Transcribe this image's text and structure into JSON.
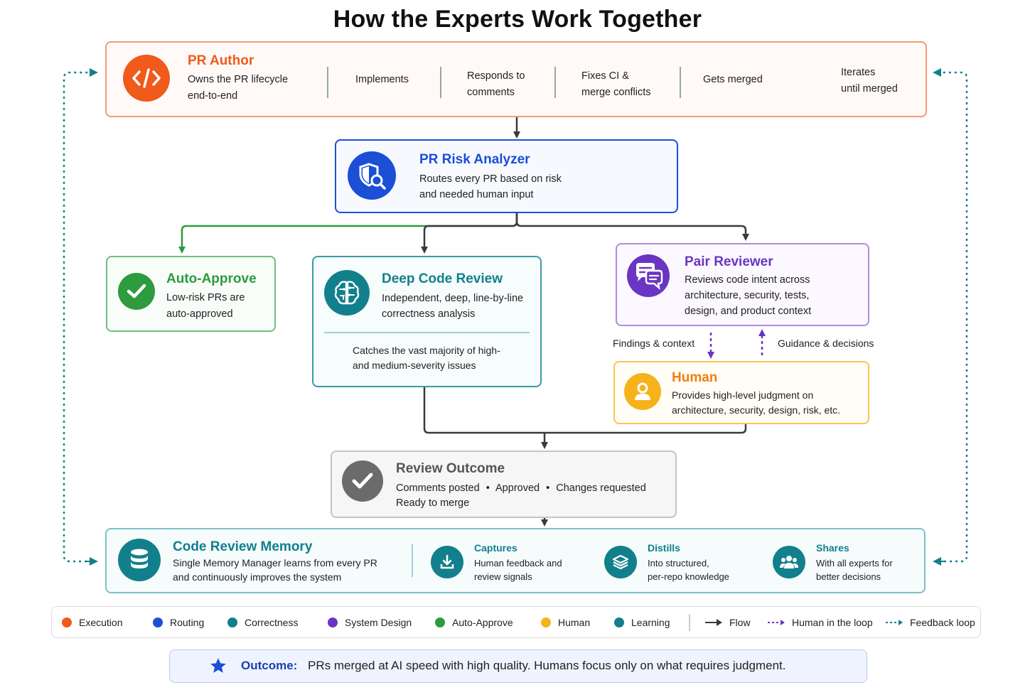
{
  "title": "How the Experts Work Together",
  "author": {
    "name": "PR Author",
    "desc_line1": "Owns the PR lifecycle",
    "desc_line2": "end-to-end",
    "steps": [
      {
        "l1": "Implements",
        "l2": ""
      },
      {
        "l1": "Responds to",
        "l2": "comments"
      },
      {
        "l1": "Fixes CI &",
        "l2": "merge conflicts"
      },
      {
        "l1": "Gets merged",
        "l2": ""
      }
    ],
    "iterate_l1": "Iterates",
    "iterate_l2": "until merged"
  },
  "risk": {
    "name": "PR Risk Analyzer",
    "l1": "Routes every PR based on risk",
    "l2": "and needed human input"
  },
  "auto": {
    "name": "Auto-Approve",
    "l1": "Low-risk PRs are",
    "l2": "auto-approved"
  },
  "deep": {
    "name": "Deep Code Review",
    "l1": "Independent, deep, line-by-line",
    "l2": "correctness analysis",
    "n1": "Catches the vast majority of high-",
    "n2": "and medium-severity issues"
  },
  "pair": {
    "name": "Pair Reviewer",
    "l1": "Reviews code intent across",
    "l2": "architecture, security, tests,",
    "l3": "design, and product context"
  },
  "loop_labels": {
    "left": "Findings & context",
    "right": "Guidance & decisions"
  },
  "human": {
    "name": "Human",
    "l1": "Provides high-level judgment on",
    "l2": "architecture, security, design, risk, etc."
  },
  "outcome_box": {
    "name": "Review Outcome",
    "items": [
      "Comments posted",
      "Approved",
      "Changes requested"
    ],
    "bullet": "•",
    "l2": "Ready to merge"
  },
  "memory": {
    "name": "Code Review Memory",
    "l1": "Single Memory Manager learns from every PR",
    "l2": "and continuously improves the system",
    "steps": [
      {
        "title": "Captures",
        "l1": "Human feedback and",
        "l2": "review signals"
      },
      {
        "title": "Distills",
        "l1": "Into structured,",
        "l2": "per-repo knowledge"
      },
      {
        "title": "Shares",
        "l1": "With all experts for",
        "l2": "better decisions"
      }
    ]
  },
  "legend": [
    {
      "label": "Execution",
      "color": "#f05a1a"
    },
    {
      "label": "Routing",
      "color": "#1a4fd6"
    },
    {
      "label": "Correctness",
      "color": "#11808c"
    },
    {
      "label": "System Design",
      "color": "#6a35c2"
    },
    {
      "label": "Auto-Approve",
      "color": "#2e9b3e"
    },
    {
      "label": "Human",
      "color": "#f5b21b"
    },
    {
      "label": "Learning",
      "color": "#11808c"
    }
  ],
  "legend_lines": {
    "flow": "Flow",
    "hitl": "Human in the loop",
    "feedback": "Feedback loop"
  },
  "final": {
    "label": "Outcome:",
    "text": "PRs merged at AI speed with high quality. Humans focus only on what requires judgment."
  },
  "colors": {
    "execution": "#f05a1a",
    "routing": "#1a4fd6",
    "correctness": "#11808c",
    "design": "#6a35c2",
    "auto": "#2e9b3e",
    "human": "#f5b21b",
    "neutral": "#6b6b6b"
  }
}
